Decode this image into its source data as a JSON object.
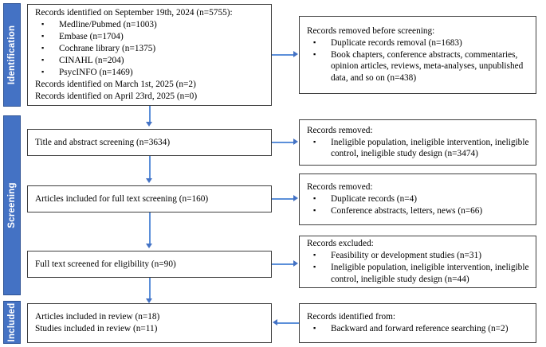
{
  "phases": [
    {
      "label": "Identification"
    },
    {
      "label": "Screening"
    },
    {
      "label": "Included"
    }
  ],
  "bullet_glyph": "▪",
  "colors": {
    "phase_bar": "#4472C4",
    "arrow": "#4472C4",
    "box_border": "#3F3F3F"
  },
  "boxes": {
    "identification_left": {
      "line1": "Records identified on September 19th, 2024 (n=5755):",
      "sources": [
        "Medline/Pubmed (n=1003)",
        "Embase (n=1704)",
        "Cochrane library (n=1375)",
        "CINAHL (n=204)",
        "PsycINFO (n=1469)"
      ],
      "line2": "Records identified on March 1st, 2025 (n=2)",
      "line3": "Records identified on April 23rd, 2025 (n=0)"
    },
    "identification_right": {
      "heading": "Records removed before screening:",
      "items": [
        "Duplicate records removal (n=1683)",
        "Book chapters, conference abstracts, commentaries, opinion articles, reviews, meta-analyses, unpublished data, and so on (n=438)"
      ]
    },
    "title_abstract_screening": {
      "line1": "Title and abstract screening (n=3634)"
    },
    "screening_removed_1": {
      "heading": "Records removed:",
      "items": [
        "Ineligible population, ineligible intervention, ineligible control, ineligible study design (n=3474)"
      ]
    },
    "full_text_included": {
      "line1": "Articles included for full text screening (n=160)"
    },
    "screening_removed_2": {
      "heading": "Records removed:",
      "items": [
        "Duplicate records (n=4)",
        "Conference abstracts, letters, news (n=66)"
      ]
    },
    "full_text_eligibility": {
      "line1": "Full text screened for eligibility (n=90)"
    },
    "records_excluded": {
      "heading": "Records excluded:",
      "items": [
        "Feasibility or development studies (n=31)",
        "Ineligible population, ineligible intervention, ineligible control, ineligible study design (n=44)"
      ]
    },
    "included_left": {
      "line1": "Articles included in review (n=18)",
      "line2": "Studies included in review (n=11)"
    },
    "included_right": {
      "heading": "Records identified from:",
      "items": [
        "Backward and forward reference searching (n=2)"
      ]
    }
  }
}
